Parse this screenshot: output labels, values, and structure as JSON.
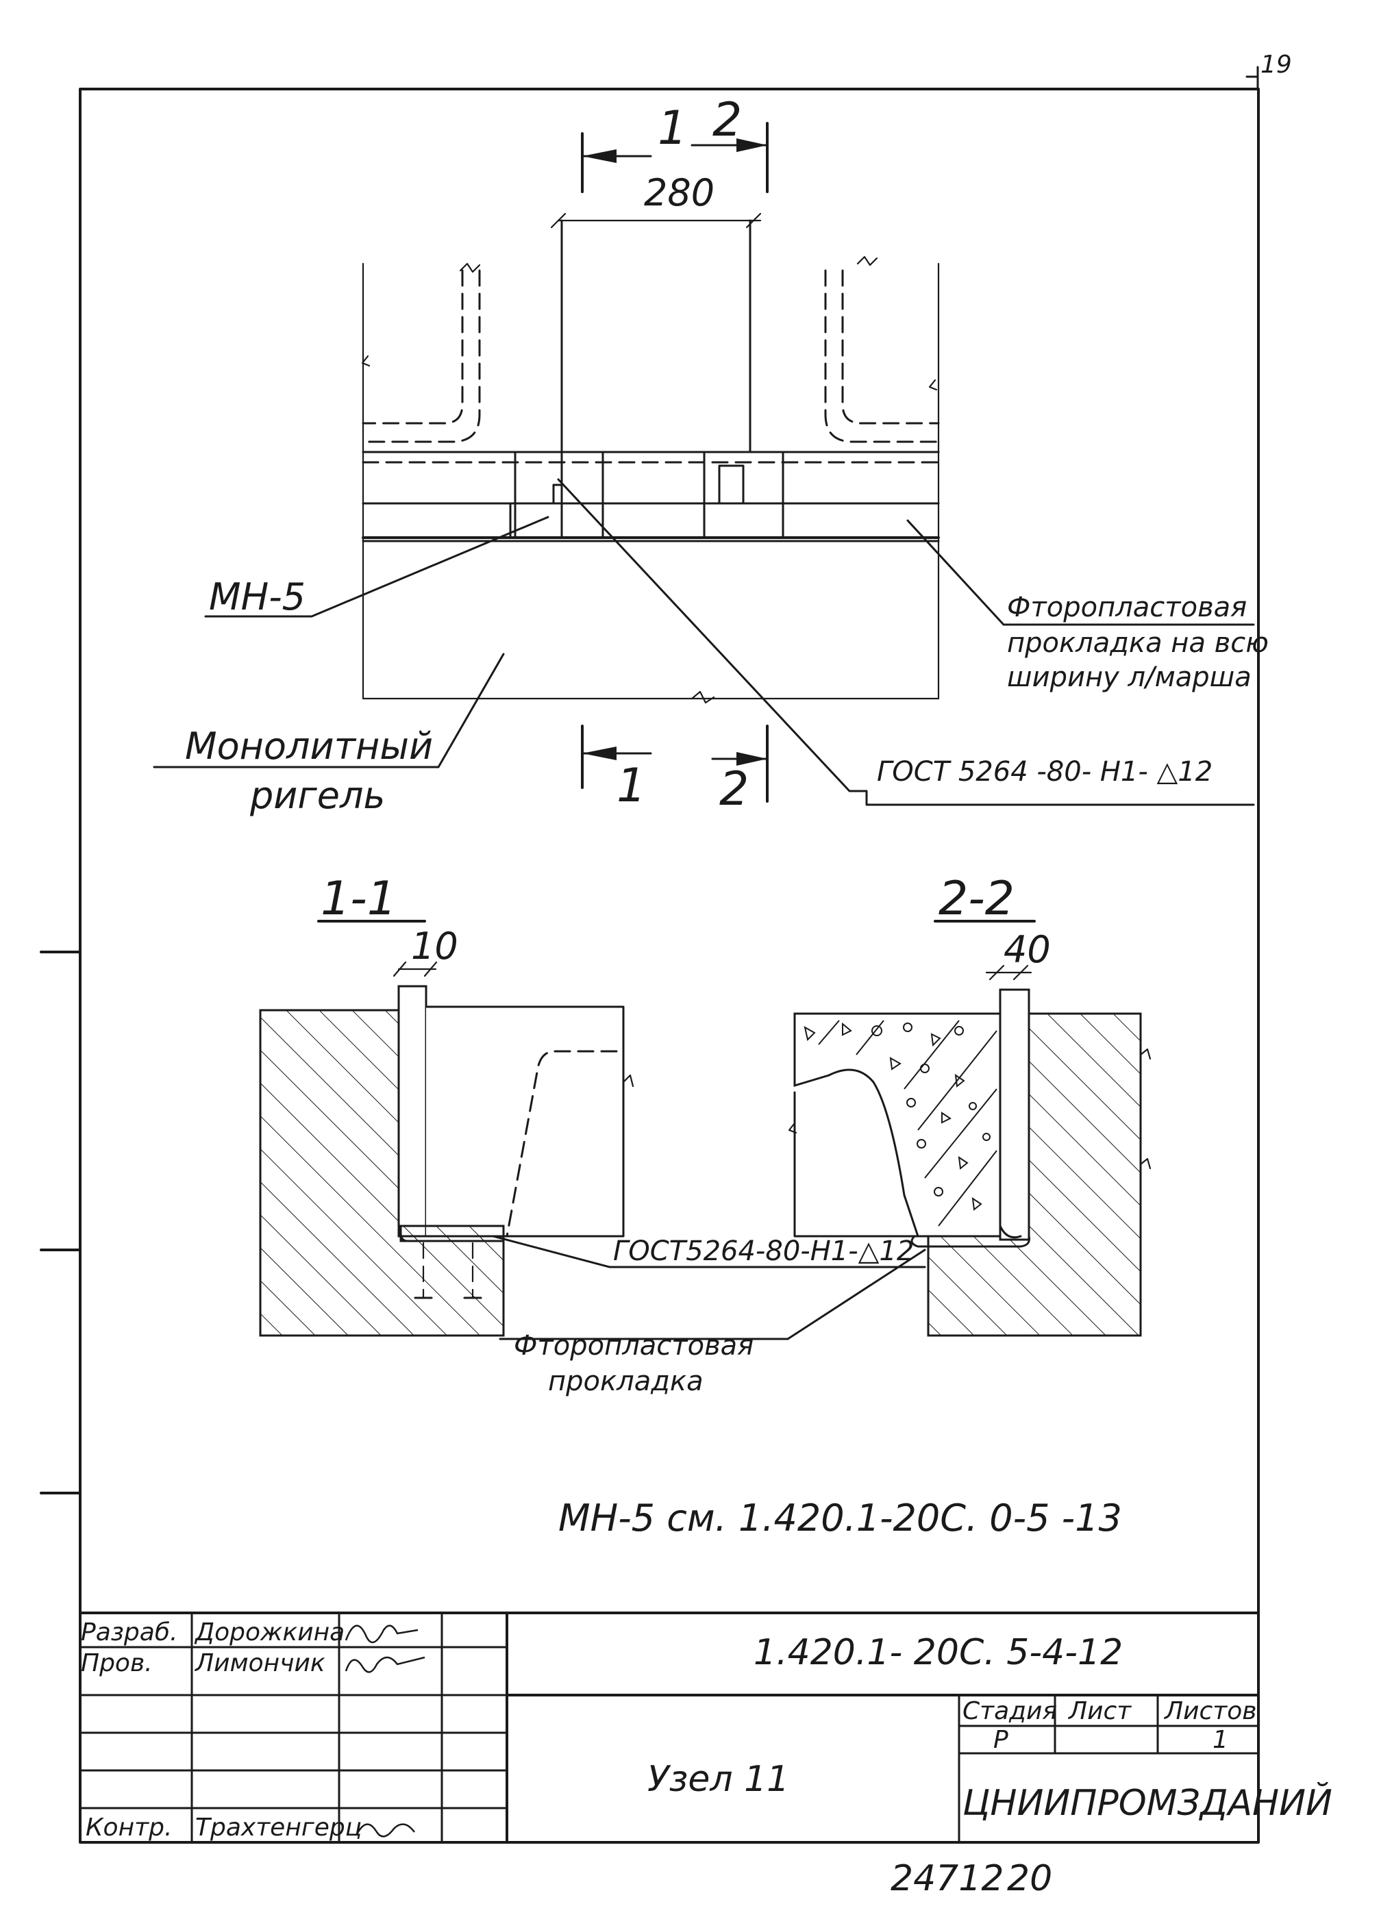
{
  "sheet_number_corner": "19",
  "plan": {
    "dimension_280": "280",
    "cut_mark_1": "1",
    "cut_mark_2": "2",
    "label_mn5": "МН-5",
    "label_ftoro_line1": "Фторопластовая",
    "label_ftoro_line2": "прокладка на всю",
    "label_ftoro_line3": "ширину л/марша",
    "label_monolit_line1": "Монолитный",
    "label_monolit_line2": "ригель",
    "label_gost": "ГОСТ 5264 -80- Н1-  △12"
  },
  "section_1_1": {
    "title": "1-1",
    "dimension": "10",
    "label_gost": "ГОСТ5264-80-Н1-△12",
    "label_ftoro_line1": "Фторопластовая",
    "label_ftoro_line2": "прокладка"
  },
  "section_2_2": {
    "title": "2-2",
    "dimension": "40"
  },
  "note": "МН-5  см.  1.420.1-20С. 0-5 -13",
  "title_block": {
    "role_1": "Разраб.",
    "name_1": "Дорожкина",
    "role_2": "Пров.",
    "name_2": "Лимончик",
    "role_3": "Контр.",
    "name_3": "Трахтенгерц",
    "code": "1.420.1- 20С. 5-4-12",
    "drawing_name": "Узел 11",
    "col_stage": "Стадия",
    "col_sheet": "Лист",
    "col_sheets": "Листов",
    "stage_value": "Р",
    "sheets_value": "1",
    "organization": "ЦНИИПРОМЗДАНИЙ"
  },
  "footer": {
    "inventory": "24712",
    "page": "20"
  }
}
